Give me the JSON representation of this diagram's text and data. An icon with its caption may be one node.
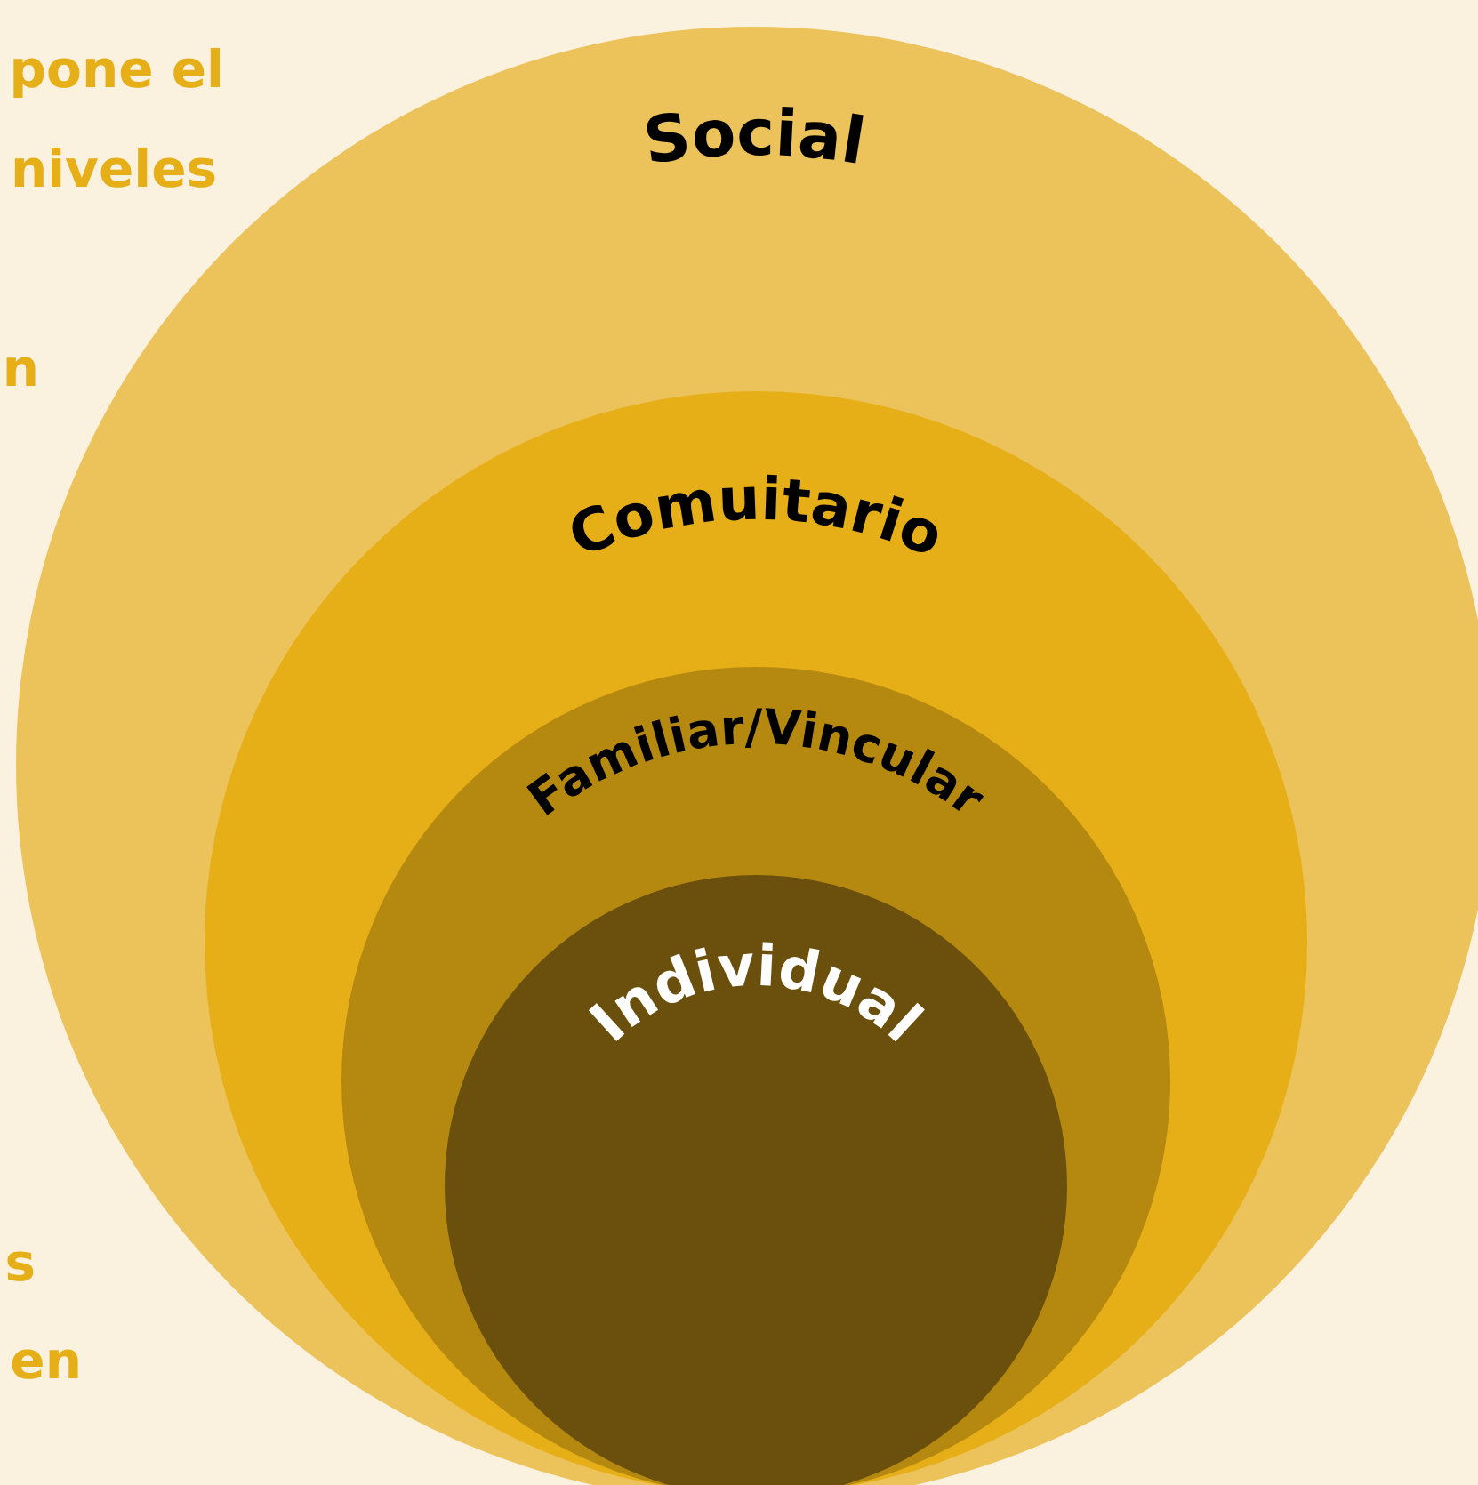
{
  "diagram": {
    "nodes": [
      {
        "text": [
          "Social"
        ]
      },
      {
        "text": [
          "Comuitario"
        ],
        "in": 0
      },
      {
        "text": [
          "Familiar/Vincular"
        ],
        "in": 1
      },
      {
        "text": [
          "Individual"
        ],
        "in": 2
      }
    ],
    "labels": [
      "pone el",
      "niveles",
      "n",
      "s",
      "en"
    ]
  }
}
